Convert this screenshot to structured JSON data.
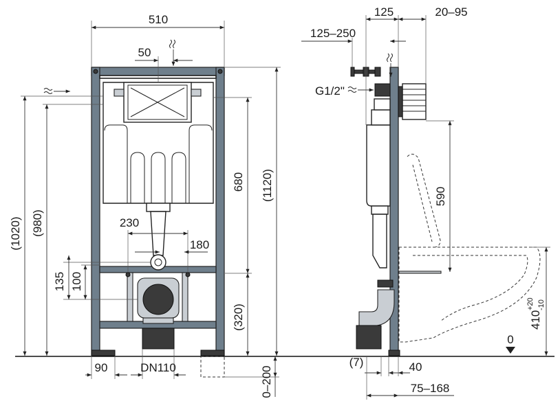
{
  "front": {
    "width_total": "510",
    "flush_offset": "50",
    "height_1020": "(1020)",
    "height_980": "(980)",
    "height_1120": "(1120)",
    "height_680": "680",
    "height_320": "(320)",
    "spacing_230": "230",
    "spacing_180": "180",
    "height_135": "135",
    "height_100": "100",
    "foot_90": "90",
    "drain_dn": "DN110",
    "adjust_range": "0–200"
  },
  "side": {
    "depth_125": "125",
    "range_125_250": "125–250",
    "range_20_95": "20–95",
    "thread": "G1/2\"",
    "height_590": "590",
    "bowl_height": "410",
    "tol_plus": "+20",
    "tol_minus": "-10",
    "offset_7": "(7)",
    "offset_40": "40",
    "range_75_168": "75–168",
    "zero_level": "0"
  },
  "icons": {
    "water_flow_top": "water-inlet-icon",
    "water_flow_left": "water-inlet-icon",
    "water_flow_side": "water-inlet-icon"
  }
}
